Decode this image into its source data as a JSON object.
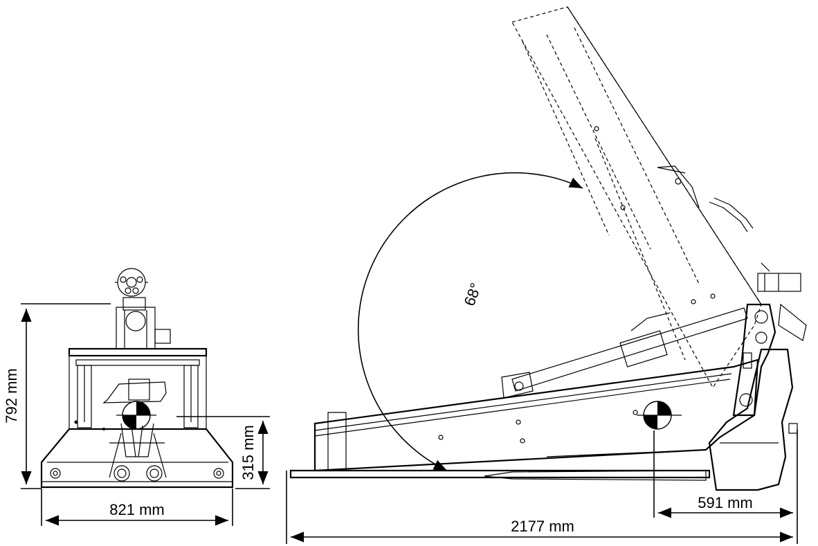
{
  "dimensions": {
    "front_height": "792 mm",
    "front_center_height": "315 mm",
    "front_width": "821 mm",
    "side_length": "2177 mm",
    "side_front_offset": "591 mm",
    "tilt_angle": "68°"
  }
}
